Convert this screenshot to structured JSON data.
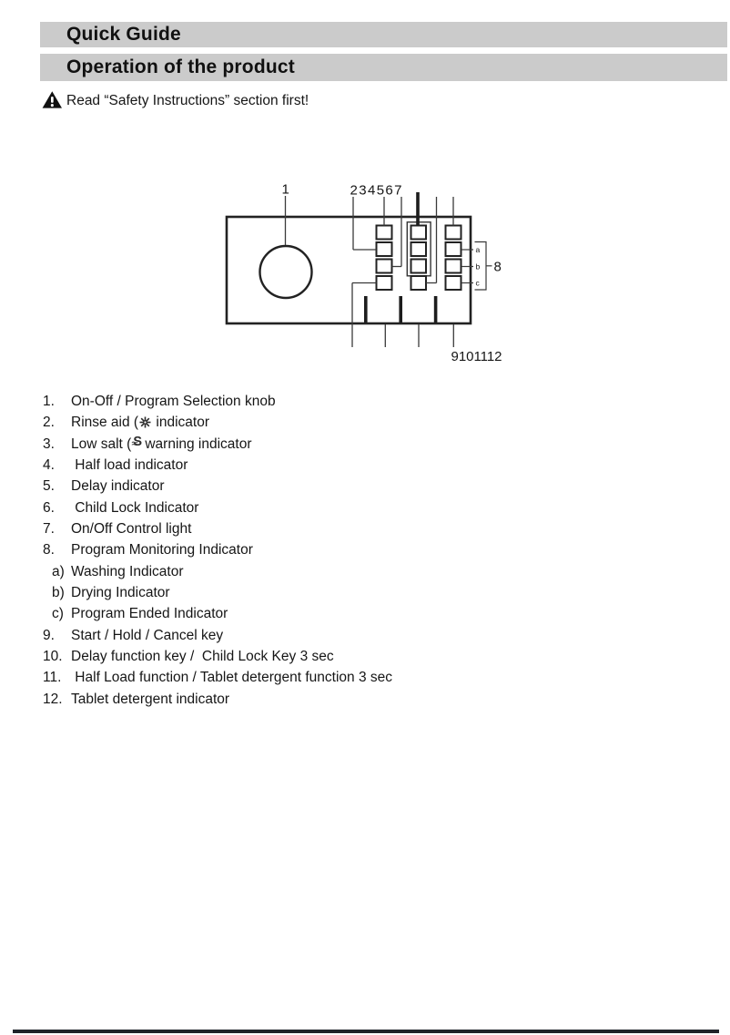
{
  "header": {
    "quick_guide_title": "Quick Guide",
    "operation_title": "Operation of the product",
    "warning_text": "Read “Safety Instructions” section first!"
  },
  "diagram": {
    "label_knob": "1",
    "label_top_row": "234567",
    "label_a": "a",
    "label_b": "b",
    "label_c": "c",
    "label_group_8": "8",
    "label_bottom_row": "9101112"
  },
  "parts_list": {
    "items": [
      {
        "num": "1.",
        "label": "On-Off / Program Selection knob"
      },
      {
        "num": "2.",
        "prefix": "Rinse aid (",
        "icon": "rinse-aid-icon",
        "suffix": " indicator"
      },
      {
        "num": "3.",
        "prefix": "Low salt (",
        "icon": "low-salt-icon",
        "suffix": "warning indicator"
      },
      {
        "num": "4.",
        "label": " Half load indicator"
      },
      {
        "num": "5.",
        "label": "Delay indicator"
      },
      {
        "num": "6.",
        "label": " Child Lock Indicator"
      },
      {
        "num": "7.",
        "label": "On/Off Control light"
      },
      {
        "num": "8.",
        "label": "Program Monitoring Indicator"
      },
      {
        "num": "a)",
        "label": "Washing Indicator"
      },
      {
        "num": "b)",
        "label": "Drying Indicator"
      },
      {
        "num": "c)",
        "label": "Program Ended Indicator"
      },
      {
        "num": "9.",
        "label": "Start / Hold / Cancel key"
      },
      {
        "num": "10.",
        "label": "Delay function key /  Child Lock Key 3 sec"
      },
      {
        "num": "11.",
        "label": " Half Load function / Tablet detergent function 3 sec"
      },
      {
        "num": "12.",
        "label": "Tablet detergent indicator"
      }
    ]
  }
}
